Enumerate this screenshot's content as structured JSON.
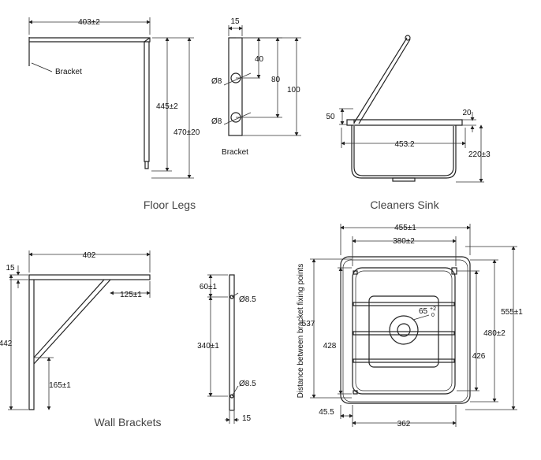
{
  "sections": {
    "floor_legs": "Floor Legs",
    "cleaners_sink": "Cleaners Sink",
    "wall_brackets": "Wall Brackets"
  },
  "labels": {
    "bracket_leg": "Bracket",
    "bracket_plate": "Bracket",
    "side_note": "Distance between bracket fixing points"
  },
  "dimensions": {
    "leg_width": "403±2",
    "leg_h1": "445±2",
    "leg_h2": "470±20",
    "plate_w": "15",
    "plate_40": "40",
    "plate_80": "80",
    "plate_100": "100",
    "hole_a": "Ø8",
    "hole_b": "Ø8",
    "sink_50": "50",
    "sink_20": "20",
    "sink_453": "453.2",
    "sink_220": "220±3",
    "wb_15": "15",
    "wb_402": "402",
    "wb_125": "125±1",
    "wb_442": "442",
    "wb_165": "165±1",
    "bar_60": "60±1",
    "bar_340": "340±1",
    "bar_hole_top": "Ø8.5",
    "bar_hole_bot": "Ø8.5",
    "bar_15": "15",
    "top_455": "455±1",
    "top_380": "380±2",
    "top_537": "537",
    "top_428": "428",
    "top_426": "426",
    "top_480": "480±2",
    "top_555": "555±1",
    "top_455b": "45.5",
    "top_362": "362",
    "top_angle": "65",
    "top_tol_up": "+2",
    "top_tol_dn": "0"
  },
  "colors": {
    "line": "#222222",
    "thin": "#333333",
    "heading": "#444444"
  }
}
